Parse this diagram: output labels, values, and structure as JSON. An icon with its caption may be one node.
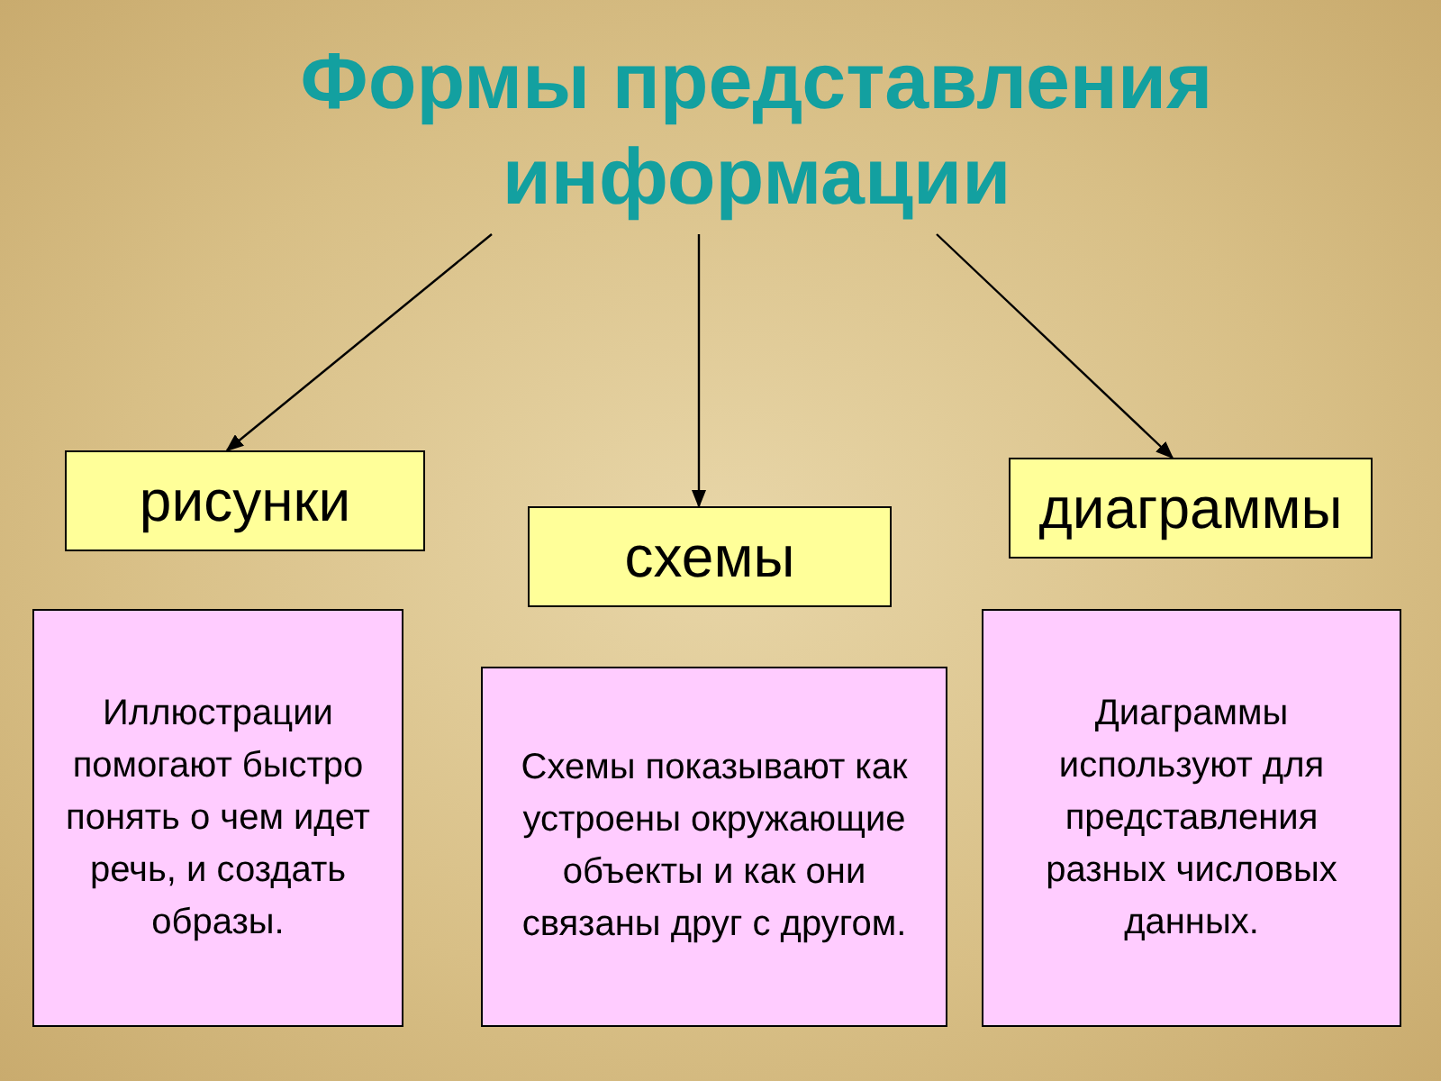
{
  "diagram": {
    "nodes": [
      {
        "text": [
          "Формы представления информации"
        ]
      },
      {
        "text": [
          "рисунки"
        ]
      },
      {
        "text": [
          "схемы"
        ]
      },
      {
        "text": [
          "диаграммы"
        ]
      },
      {
        "text": [
          "Иллюстрации помогают быстро понять о чем идет речь, и создать образы."
        ]
      },
      {
        "text": [
          "Схемы показывают как устроены окружающие объекты и как они связаны друг с другом."
        ]
      },
      {
        "text": [
          "Диаграммы используют для представления разных числовых данных."
        ]
      }
    ],
    "edges": [
      {
        "from": 0,
        "to": 1,
        "arrow": "to"
      },
      {
        "from": 0,
        "to": 2,
        "arrow": "to"
      },
      {
        "from": 0,
        "to": 3,
        "arrow": "to"
      }
    ]
  }
}
